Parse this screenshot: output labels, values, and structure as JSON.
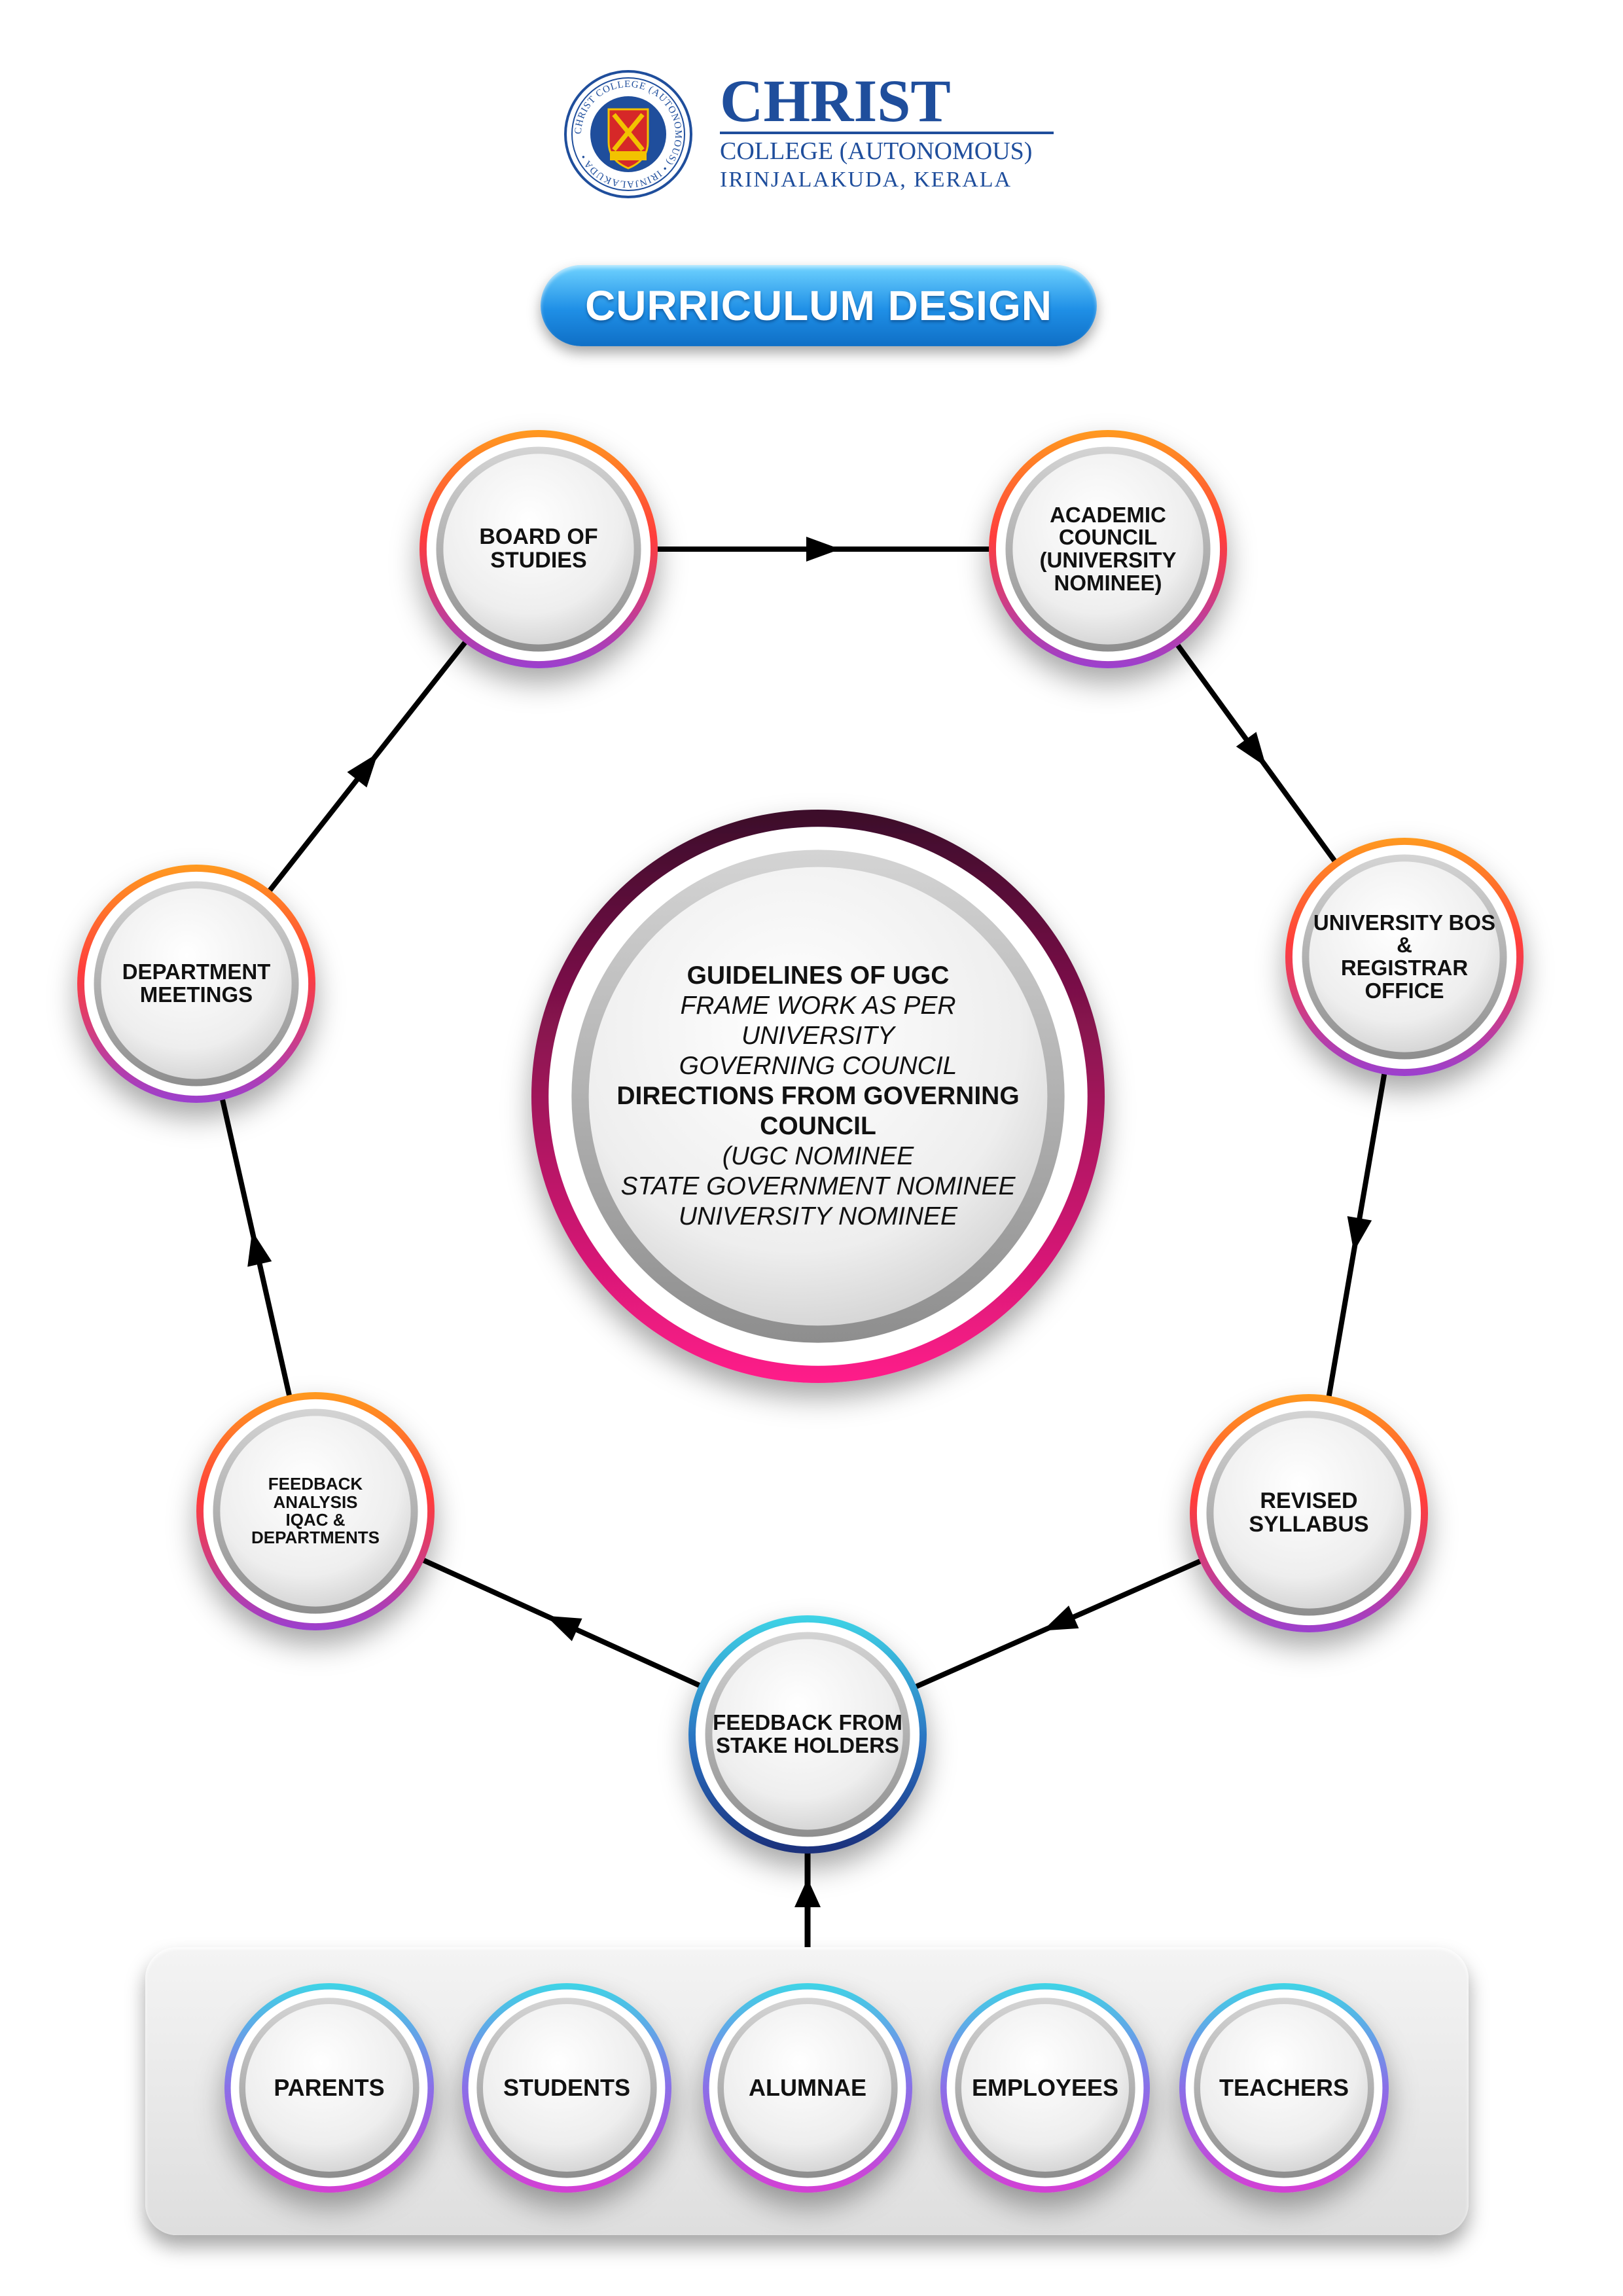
{
  "header": {
    "college_name": "CHRIST",
    "college_subtitle": "COLLEGE (AUTONOMOUS)",
    "college_location": "IRINJALAKUDA, KERALA",
    "seal_ring_text": "CHRIST COLLEGE (AUTONOMOUS) • IRINJALAKUDA •"
  },
  "title": "CURRICULUM DESIGN",
  "colors": {
    "title_pill": "#1f8fe6",
    "brand_blue": "#1f4e9c",
    "arrow": "#000000",
    "ring_warm_top": "#ff9a1f",
    "ring_warm_bottom": "#9b3fcf",
    "ring_cool_top": "#3fd4e6",
    "ring_cool_bottom": "#1a2f7a",
    "ring_stake_top": "#3fd4e6",
    "ring_stake_bottom": "#d43fd4"
  },
  "center": {
    "lines": [
      {
        "text": "GUIDELINES OF UGC",
        "style": "bold"
      },
      {
        "text": "FRAME WORK AS PER",
        "style": "italic"
      },
      {
        "text": "UNIVERSITY",
        "style": "italic"
      },
      {
        "text": "GOVERNING COUNCIL",
        "style": "italic"
      },
      {
        "text": "DIRECTIONS FROM GOVERNING",
        "style": "bold"
      },
      {
        "text": "COUNCIL",
        "style": "bold"
      },
      {
        "text": "(UGC NOMINEE",
        "style": "italic"
      },
      {
        "text": "STATE GOVERNMENT NOMINEE",
        "style": "italic"
      },
      {
        "text": "UNIVERSITY NOMINEE",
        "style": "italic"
      }
    ]
  },
  "cycle_nodes": [
    {
      "id": "board",
      "lines": [
        "BOARD OF",
        "STUDIES"
      ]
    },
    {
      "id": "academic",
      "lines": [
        "ACADEMIC",
        "COUNCIL",
        "(UNIVERSITY",
        "NOMINEE)"
      ]
    },
    {
      "id": "bos",
      "lines": [
        "UNIVERSITY BOS &",
        "REGISTRAR",
        "OFFICE"
      ]
    },
    {
      "id": "revised",
      "lines": [
        "REVISED",
        "SYLLABUS"
      ]
    },
    {
      "id": "feedback-stake",
      "lines": [
        "FEEDBACK FROM",
        "STAKE HOLDERS"
      ]
    },
    {
      "id": "feedback-analysis",
      "lines": [
        "FEEDBACK",
        "ANALYSIS",
        "IQAC &",
        "DEPARTMENTS"
      ]
    },
    {
      "id": "dept",
      "lines": [
        "DEPARTMENT",
        "MEETINGS"
      ]
    }
  ],
  "stakeholders": [
    "PARENTS",
    "STUDENTS",
    "ALUMNAE",
    "EMPLOYEES",
    "TEACHERS"
  ]
}
